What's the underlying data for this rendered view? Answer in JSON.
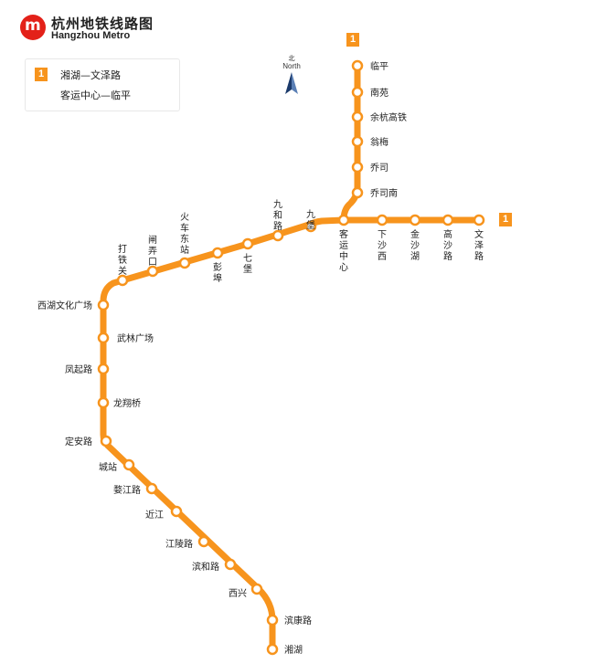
{
  "logo": {
    "mark": "m",
    "name_cn": "杭州地铁线路图",
    "name_en": "Hangzhou Metro"
  },
  "legend": {
    "line_number": "1",
    "route_1": "湘湖—文泽路",
    "route_2": "客运中心—临平"
  },
  "compass": {
    "label_cn": "北",
    "label_en": "North"
  },
  "line": {
    "number": "1",
    "color": "#f7941d"
  },
  "stations": [
    {
      "name": "临平"
    },
    {
      "name": "南苑"
    },
    {
      "name": "余杭高铁"
    },
    {
      "name": "翁梅"
    },
    {
      "name": "乔司"
    },
    {
      "name": "乔司南"
    },
    {
      "name": "客运中心"
    },
    {
      "name": "下沙西"
    },
    {
      "name": "金沙湖"
    },
    {
      "name": "高沙路"
    },
    {
      "name": "文泽路"
    },
    {
      "name": "九堡"
    },
    {
      "name": "九和路"
    },
    {
      "name": "七堡"
    },
    {
      "name": "彭埠"
    },
    {
      "name": "火车东站"
    },
    {
      "name": "闸弄口"
    },
    {
      "name": "打铁关"
    },
    {
      "name": "西湖文化广场"
    },
    {
      "name": "武林广场"
    },
    {
      "name": "凤起路"
    },
    {
      "name": "龙翔桥"
    },
    {
      "name": "定安路"
    },
    {
      "name": "城站"
    },
    {
      "name": "婺江路"
    },
    {
      "name": "近江"
    },
    {
      "name": "江陵路"
    },
    {
      "name": "滨和路"
    },
    {
      "name": "西兴"
    },
    {
      "name": "滨康路"
    },
    {
      "name": "湘湖"
    }
  ]
}
